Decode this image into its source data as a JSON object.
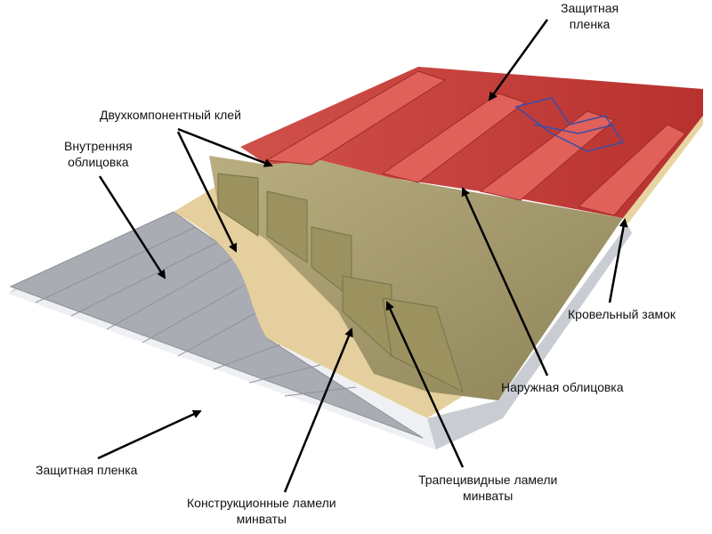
{
  "labels": {
    "protective_film_top": [
      "Защитная",
      "пленка"
    ],
    "two_component_glue": "Двухкомпонентный клей",
    "inner_lining": [
      "Внутренняя",
      "облицовка"
    ],
    "roof_lock": "Кровельный замок",
    "outer_lining": "Наружная облицовка",
    "trapezoid_lamellas": [
      "Трапецивидные ламели",
      "минваты"
    ],
    "protective_film_bottom": "Защитная пленка",
    "structural_lamellas": [
      "Конструкционные ламели",
      "минваты"
    ]
  },
  "colors": {
    "red_sheet": "#c8413f",
    "wool": "#a39a6c",
    "glue": "#e6cf9e",
    "gray_sheet": "#a9acb2",
    "film": "#eef0f4"
  }
}
